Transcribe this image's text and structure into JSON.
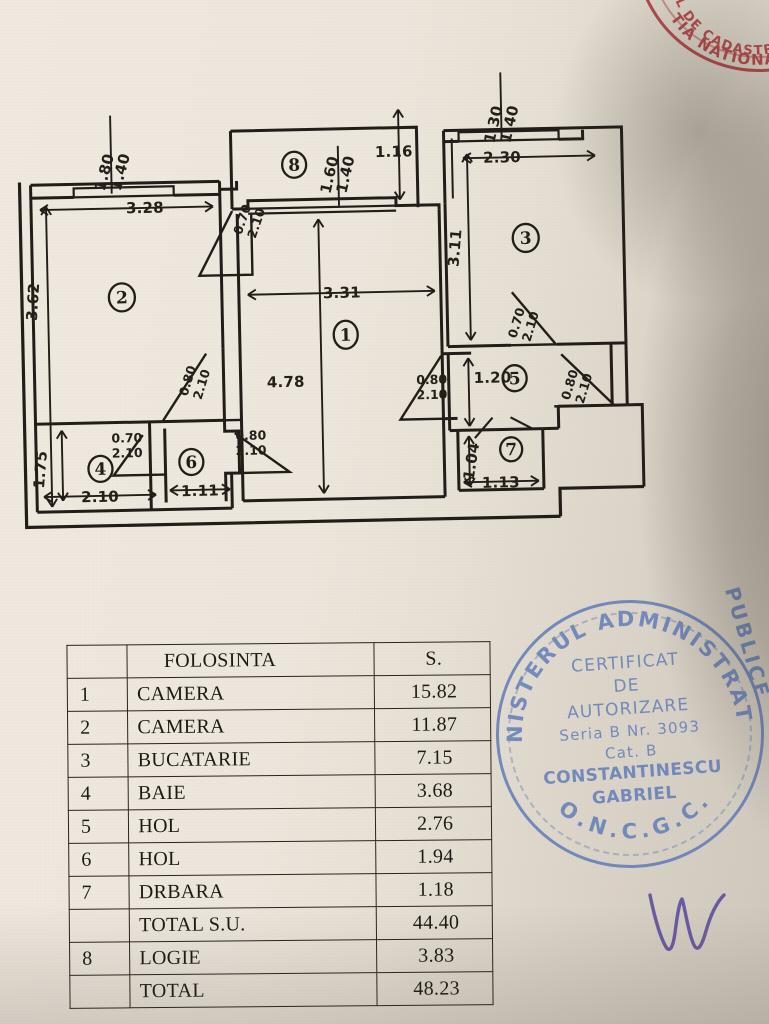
{
  "document": {
    "kind": "apartment-floor-plan-with-area-table",
    "language": "ro"
  },
  "floor_plan": {
    "title": "",
    "rooms": [
      {
        "id": "1",
        "marker": "1",
        "name": "CAMERA",
        "width": "3.31",
        "height": "4.78"
      },
      {
        "id": "2",
        "marker": "2",
        "name": "CAMERA",
        "width": "3.28",
        "height": "3.62"
      },
      {
        "id": "3",
        "marker": "3",
        "name": "BUCATARIE",
        "width": "2.30",
        "height": "3.11"
      },
      {
        "id": "4",
        "marker": "4",
        "name": "BAIE",
        "width": "2.10",
        "height": "1.75"
      },
      {
        "id": "5",
        "marker": "5",
        "name": "HOL",
        "width": "1.20",
        "height": ""
      },
      {
        "id": "6",
        "marker": "6",
        "name": "HOL",
        "width": "1.11",
        "height": ""
      },
      {
        "id": "7",
        "marker": "7",
        "name": "DRBARA",
        "width": "1.13",
        "height": "1.04"
      },
      {
        "id": "8",
        "marker": "8",
        "name": "LOGIE",
        "width": "",
        "height": "1.16"
      }
    ],
    "dimension_labels": {
      "room2_width": "3.28",
      "room2_height": "3.62",
      "room2_window": {
        "w": "1.80",
        "h": "1.40"
      },
      "room8_depth": "1.16",
      "room8_door": {
        "w": "1.60",
        "h": "1.40"
      },
      "room8_side_door": {
        "w": "0.70",
        "h": "2.10"
      },
      "room3_width": "2.30",
      "room3_height": "3.11",
      "room3_window": {
        "w": "1.30",
        "h": "1.40"
      },
      "room3_door": {
        "w": "0.70",
        "h": "2.10"
      },
      "room1_width": "3.31",
      "room1_height": "4.78",
      "room1_door": {
        "w": "0.80",
        "h": "2.10"
      },
      "room4_width": "2.10",
      "room4_height": "1.75",
      "room4_door": {
        "w": "0.70",
        "h": "2.10"
      },
      "room6_width": "1.11",
      "room6_door": {
        "w": "0.80",
        "h": "2.10"
      },
      "room5_door": {
        "w": "0.80",
        "h": "2.10"
      },
      "room5_opening": "1.20",
      "room5_entry_door": {
        "w": "0.80",
        "h": "2.10"
      },
      "room7_width": "1.13",
      "room7_height": "1.04"
    }
  },
  "area_table": {
    "columns": [
      "",
      "FOLOSINTA",
      "S."
    ],
    "rows": [
      {
        "no": "",
        "use": "FOLOSINTA",
        "area": "S.",
        "header": true
      },
      {
        "no": "1",
        "use": "CAMERA",
        "area": "15.82",
        "header": false
      },
      {
        "no": "2",
        "use": "CAMERA",
        "area": "11.87",
        "header": false
      },
      {
        "no": "3",
        "use": "BUCATARIE",
        "area": "7.15",
        "header": false
      },
      {
        "no": "4",
        "use": "BAIE",
        "area": "3.68",
        "header": false
      },
      {
        "no": "5",
        "use": "HOL",
        "area": "2.76",
        "header": false
      },
      {
        "no": "6",
        "use": "HOL",
        "area": "1.94",
        "header": false
      },
      {
        "no": "7",
        "use": "DRBARA",
        "area": "1.18",
        "header": false
      },
      {
        "no": "",
        "use": "TOTAL S.U.",
        "area": "44.40",
        "header": false
      },
      {
        "no": "8",
        "use": "LOGIE",
        "area": "3.83",
        "header": false
      },
      {
        "no": "",
        "use": "TOTAL",
        "area": "48.23",
        "header": false
      }
    ]
  },
  "blue_stamp": {
    "arc_top": "MINISTERUL ADMINISTRATIEI",
    "arc_right": "PUBLICE",
    "line1": "CERTIFICAT",
    "line2": "DE",
    "line3": "AUTORIZARE",
    "line4": "Seria B Nr. 3093",
    "line5": "Cat. B",
    "line6": "CONSTANTINESCU",
    "line7": "GABRIEL",
    "arc_bottom": "O.N.C.G.C.",
    "color": "#5c7ab9"
  },
  "red_stamp": {
    "arc_text": "AGENTIA NATIONALA DE CADASTRU SI PUBLICITATE",
    "fragment_left": "TIA NATIONALA D",
    "fragment_inner": "UL DE CADASTRU SI PU",
    "fragment_right": "D",
    "color": "#a8242a"
  },
  "signature": {
    "present": true,
    "color": "#6b5aa0"
  }
}
